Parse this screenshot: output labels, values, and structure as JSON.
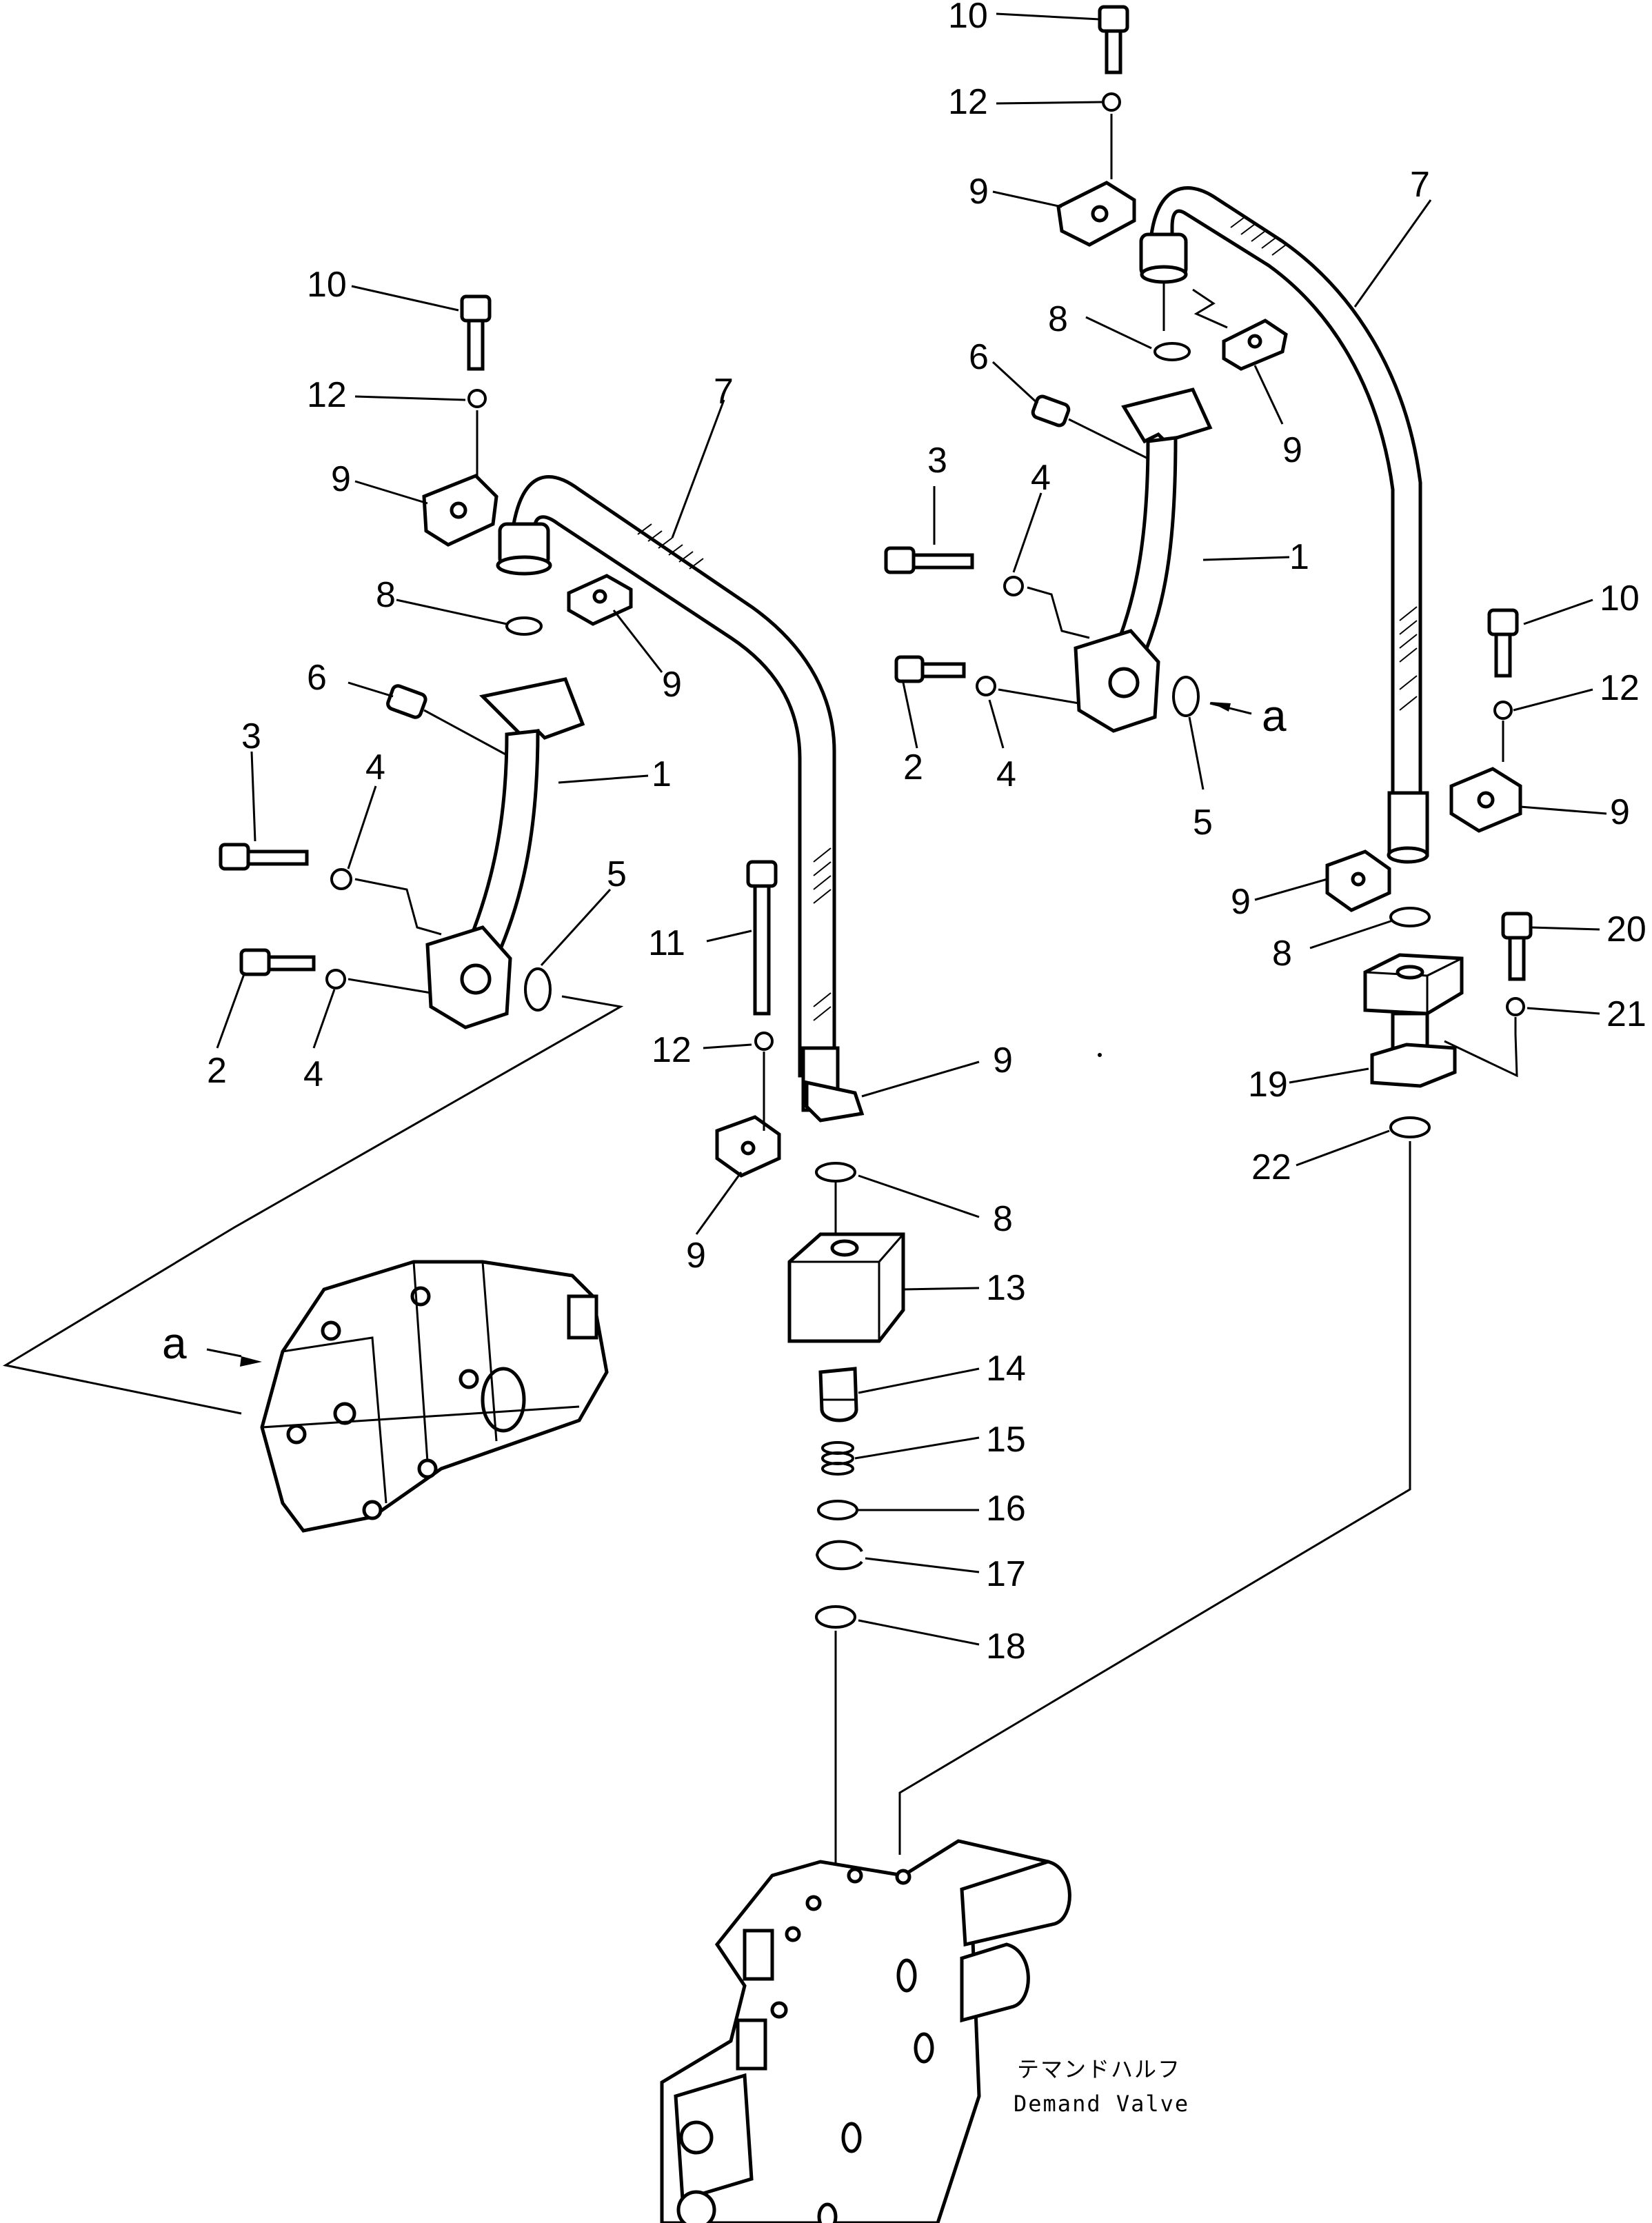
{
  "callouts": {
    "left": {
      "n1": "1",
      "n2": "2",
      "n3": "3",
      "n4a": "4",
      "n4b": "4",
      "n5": "5",
      "n6": "6",
      "n7": "7",
      "n8a": "8",
      "n8b": "8",
      "n9a": "9",
      "n9b": "9",
      "n9c": "9",
      "n9d": "9",
      "n10": "10",
      "n11": "11",
      "n12a": "12",
      "n12b": "12",
      "n13": "13",
      "n14": "14",
      "n15": "15",
      "n16": "16",
      "n17": "17",
      "n18": "18"
    },
    "right": {
      "n1": "1",
      "n2": "2",
      "n3": "3",
      "n4a": "4",
      "n4b": "4",
      "n5": "5",
      "n6": "6",
      "n7": "7",
      "n8a": "8",
      "n8b": "8",
      "n9a": "9",
      "n9b": "9",
      "n9c": "9",
      "n9d": "9",
      "n10a": "10",
      "n10b": "10",
      "n12a": "12",
      "n12b": "12",
      "n19": "19",
      "n20": "20",
      "n21": "21",
      "n22": "22"
    }
  },
  "view_markers": {
    "right_marker": "a",
    "pump_marker": "a"
  },
  "caption": {
    "japanese": "テマンドハルフ",
    "english": "Demand  Valve"
  }
}
